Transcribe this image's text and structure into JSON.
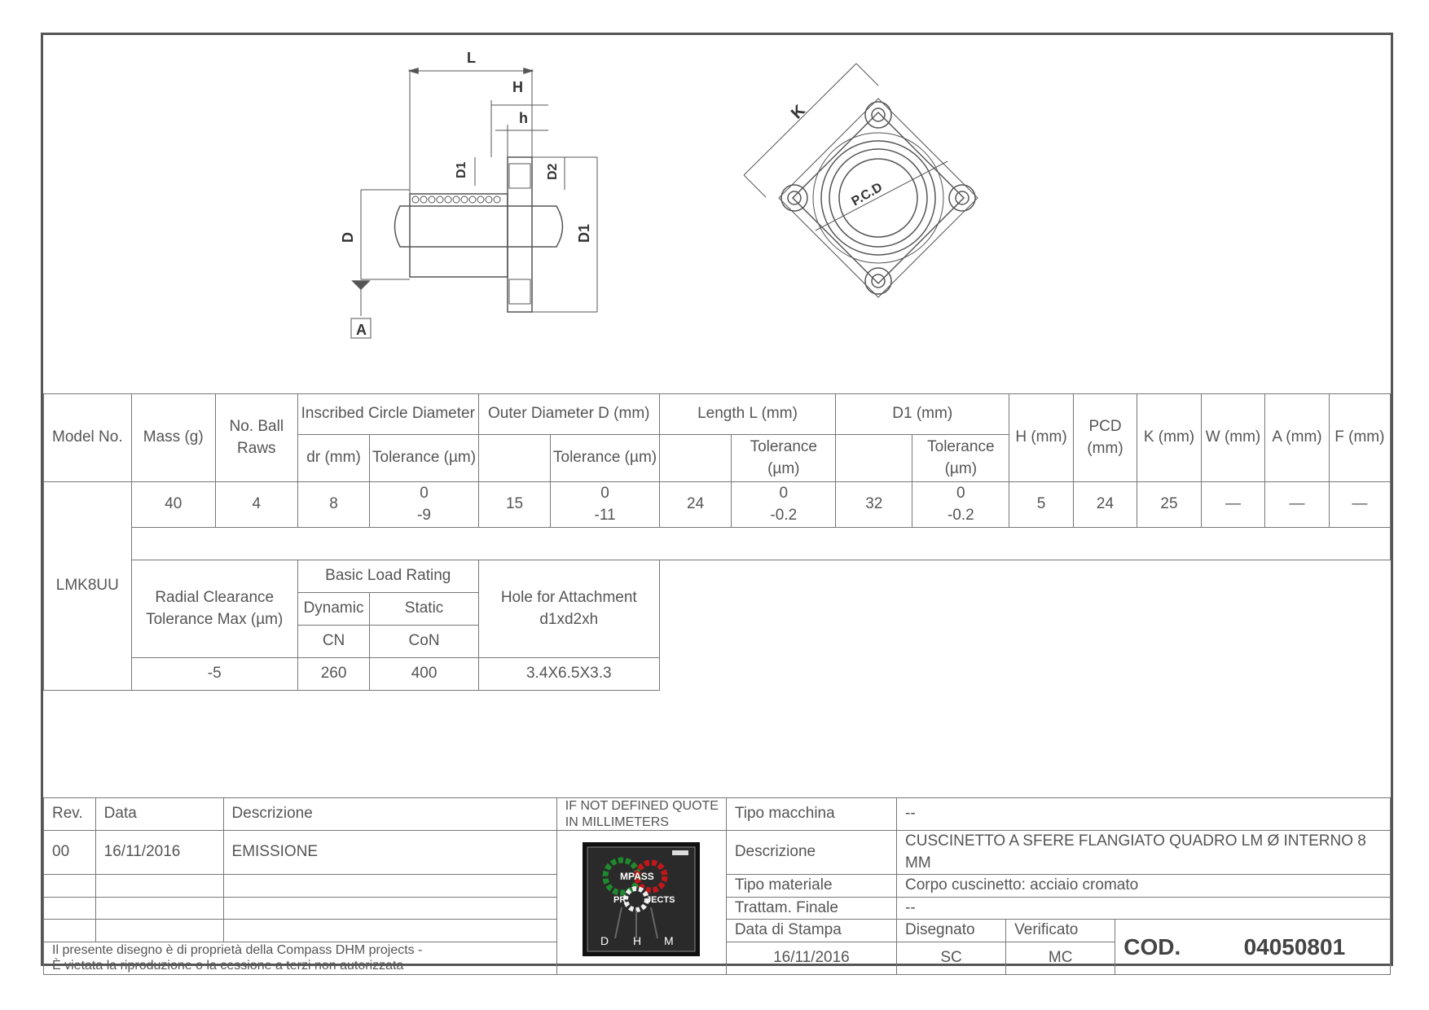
{
  "drawing": {
    "labels": {
      "L": "L",
      "H": "H",
      "h": "h",
      "D1_small": "D1",
      "D2": "D2",
      "D": "D",
      "D1": "D1",
      "A": "A",
      "K": "K",
      "PCD": "P.C.D"
    }
  },
  "specs": {
    "header": {
      "model": "Model No.",
      "mass": "Mass (g)",
      "balls": "No. Ball Raws",
      "inscribed": "Inscribed Circle Diameter",
      "dr": "dr (mm)",
      "tol": "Tolerance (µm)",
      "outer": "Outer Diameter D (mm)",
      "length": "Length L (mm)",
      "d1": "D1 (mm)",
      "h": "H (mm)",
      "pcd": "PCD (mm)",
      "k": "K (mm)",
      "w": "W (mm)",
      "a": "A (mm)",
      "f": "F (mm)"
    },
    "row": {
      "model": "LMK8UU",
      "mass": "40",
      "balls": "4",
      "dr": "8",
      "dr_tol": "0\n-9",
      "outer": "15",
      "outer_tol": "0\n-11",
      "length": "24",
      "length_tol": "0\n-0.2",
      "d1": "32",
      "d1_tol": "0\n-0.2",
      "h": "5",
      "pcd": "24",
      "k": "25",
      "w": "—",
      "a": "—",
      "f": "—"
    },
    "sub_header": {
      "radial": "Radial Clearance Tolerance Max (µm)",
      "basic_load": "Basic Load Rating",
      "dynamic": "Dynamic",
      "static": "Static",
      "cn": "CN",
      "con": "CoN",
      "hole": "Hole for Attachment d1xd2xh"
    },
    "sub_row": {
      "radial": "-5",
      "dynamic": "260",
      "static": "400",
      "hole": "3.4X6.5X3.3"
    }
  },
  "title_block": {
    "rev_label": "Rev.",
    "data_label": "Data",
    "desc_label": "Descrizione",
    "note_quote": "IF NOT DEFINED QUOTE IN MILLIMETERS",
    "rev": "00",
    "date": "16/11/2016",
    "desc": "EMISSIONE",
    "property_note_1": "Il presente disegno è di proprietà della Compass DHM projects -",
    "property_note_2": "È vietata la riproduzione o la cessione a terzi non autorizzata",
    "logo_top": "MPASS",
    "logo_mid_left": "PR",
    "logo_mid_right": "JECTS",
    "logo_d": "D",
    "logo_h": "H",
    "logo_m": "M",
    "tipo_macchina_label": "Tipo macchina",
    "tipo_macchina": "--",
    "descrizione_label": "Descrizione",
    "descrizione": "CUSCINETTO A SFERE FLANGIATO QUADRO LM Ø INTERNO 8 MM",
    "tipo_materiale_label": "Tipo materiale",
    "tipo_materiale": "Corpo cuscinetto: acciaio cromato",
    "trattam_label": "Trattam. Finale",
    "trattam": "--",
    "data_stampa_label": "Data di Stampa",
    "disegnato_label": "Disegnato",
    "verificato_label": "Verificato",
    "data_stampa": "16/11/2016",
    "disegnato": "SC",
    "verificato": "MC",
    "cod_label": "COD.",
    "cod": "04050801"
  }
}
